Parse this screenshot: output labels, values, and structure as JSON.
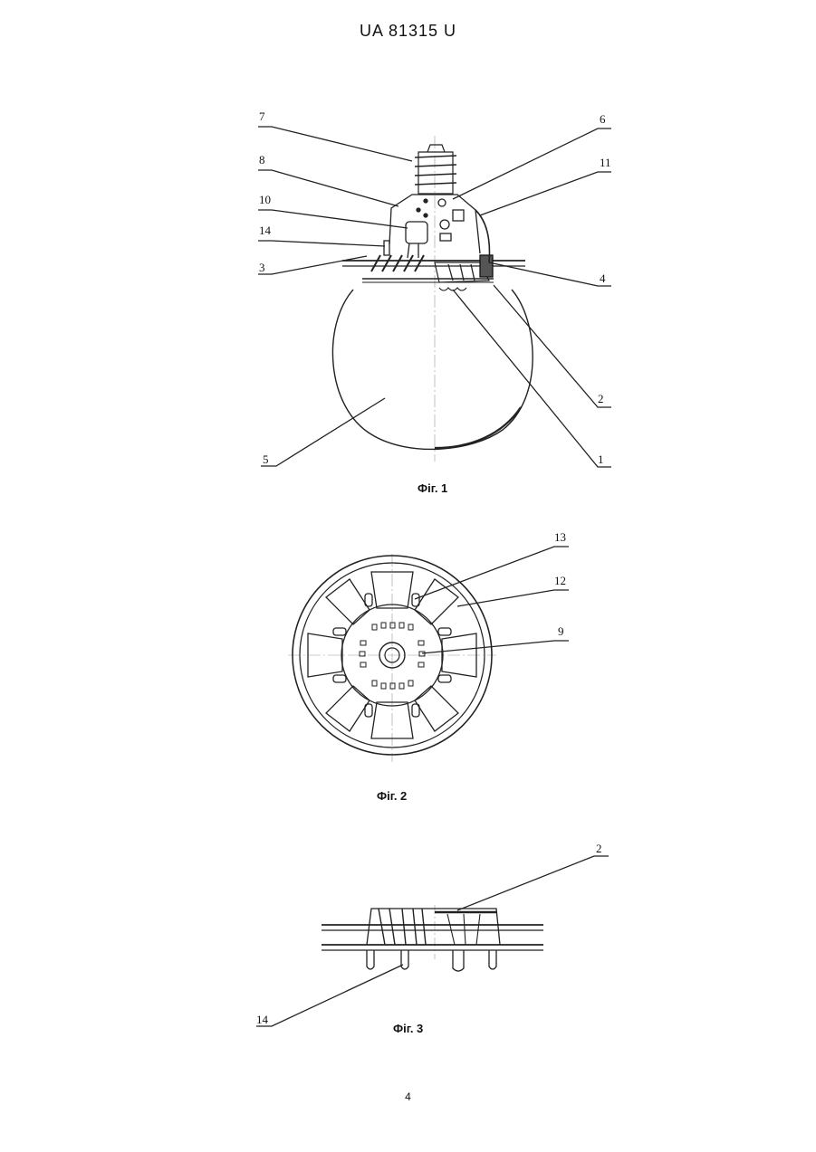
{
  "header": "UA 81315 U",
  "page_number": "4",
  "figures": {
    "fig1": {
      "caption": "Фіг. 1",
      "labels": [
        "7",
        "8",
        "10",
        "14",
        "3",
        "5",
        "6",
        "11",
        "4",
        "2",
        "1"
      ]
    },
    "fig2": {
      "caption": "Фіг. 2",
      "labels": [
        "13",
        "12",
        "9"
      ]
    },
    "fig3": {
      "caption": "Фіг. 3",
      "labels": [
        "2",
        "14"
      ]
    }
  }
}
